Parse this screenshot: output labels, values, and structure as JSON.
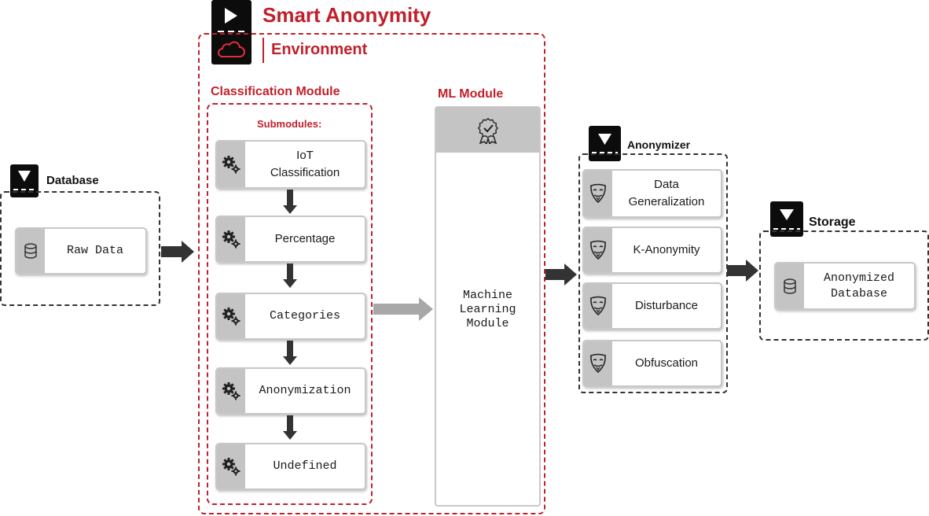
{
  "title": "Smart Anonymity",
  "environment_label": "Environment",
  "database": {
    "label": "Database",
    "item": "Raw Data"
  },
  "classification": {
    "label": "Classification Module",
    "sub_label": "Submodules:",
    "items": [
      "IoT\nClassification",
      "Percentage",
      "Categories",
      "Anonymization",
      "Undefined"
    ]
  },
  "ml": {
    "label": "ML Module",
    "body": "Machine\nLearning\nModule"
  },
  "anonymizer": {
    "label": "Anonymizer",
    "items": [
      "Data\nGeneralization",
      "K-Anonymity",
      "Disturbance",
      "Obfuscation"
    ]
  },
  "storage": {
    "label": "Storage",
    "item": "Anonymized\nDatabase"
  },
  "colors": {
    "accent_red": "#c0202b",
    "card_side": "#c4c4c4",
    "arrow_dark": "#333333",
    "arrow_light": "#a8a8a8"
  }
}
